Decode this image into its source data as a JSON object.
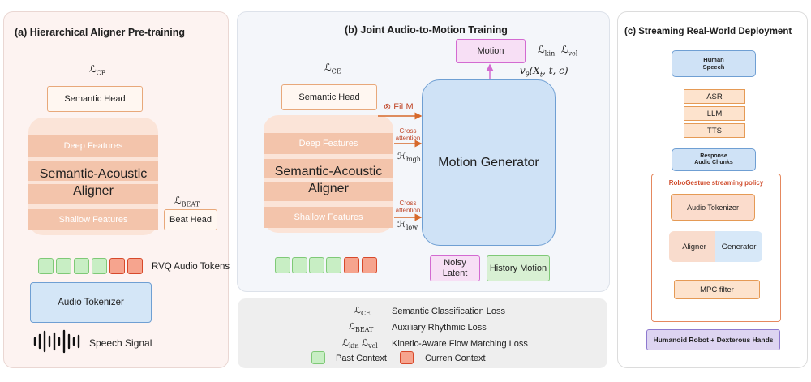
{
  "panel_a": {
    "title": "(a)  Hierarchical Aligner Pre-training",
    "loss_ce": "ℒ",
    "loss_ce_sub": "CE",
    "semantic_head": "Semantic Head",
    "deep_features": "Deep Features",
    "aligner": "Semantic-Acoustic Aligner",
    "shallow_features": "Shallow Features",
    "loss_beat": "ℒ",
    "loss_beat_sub": "BEAT",
    "beat_head": "Beat Head",
    "rvq_label": "RVQ Audio Tokens",
    "audio_tokenizer": "Audio Tokenizer",
    "speech_signal": "Speech Signal"
  },
  "panel_b": {
    "title": "(b)  Joint Audio-to-Motion Training",
    "loss_ce": "ℒ",
    "loss_ce_sub": "CE",
    "semantic_head": "Semantic Head",
    "film": "FiLM",
    "deep_features": "Deep Features",
    "aligner": "Semantic-Acoustic Aligner",
    "shallow_features": "Shallow Features",
    "cross_attention_1": "Cross attention",
    "h_high": "ℋ",
    "h_high_sub": "high",
    "cross_attention_2": "Cross attention",
    "h_low": "ℋ",
    "h_low_sub": "low",
    "motion": "Motion",
    "loss_kin": "ℒ",
    "loss_kin_sub": "kin",
    "loss_vel": "ℒ",
    "loss_vel_sub": "vel",
    "velocity": "v",
    "velocity_sub": "θ",
    "velocity_args": "(X",
    "velocity_args_sub": "t",
    "velocity_args_end": ", t, c)",
    "motion_generator": "Motion Generator",
    "noisy_latent": "Noisy Latent",
    "history_motion": "History Motion"
  },
  "legend": {
    "items": [
      {
        "symbol": "ℒ",
        "sub": "CE",
        "text": "Semantic Classification Loss"
      },
      {
        "symbol": "ℒ",
        "sub": "BEAT",
        "text": "Auxiliary Rhythmic Loss"
      },
      {
        "symbol": "ℒ",
        "sub": "kin",
        "symbol2": "ℒ",
        "sub2": "vel",
        "text": "Kinetic-Aware Flow Matching Loss"
      }
    ],
    "past_context": "Past Context",
    "current_context": "Curren Context"
  },
  "panel_c": {
    "title": "(c)  Streaming Real-World Deployment",
    "human_speech": "Human Speech",
    "asr": "ASR",
    "llm": "LLM",
    "tts": "TTS",
    "response_chunks": "Response Audio Chunks",
    "policy_title": "RoboGesture streaming policy",
    "audio_tokenizer": "Audio Tokenizer",
    "aligner": "Aligner",
    "generator": "Generator",
    "mpc_filter": "MPC filter",
    "robot_hands": "Humanoid Robot + Dexterous Hands"
  },
  "colors": {
    "panel_a_bg": "#fdf3f1",
    "panel_b_bg": "#f4f6fa",
    "aligner_orange": "#f3c4ab",
    "motion_generator_blue": "#cfe2f6",
    "accent_red": "#d7492b",
    "token_green": "#c8eec4",
    "motion_pink": "#f7dff5",
    "robot_purple": "#ddd4f1"
  }
}
